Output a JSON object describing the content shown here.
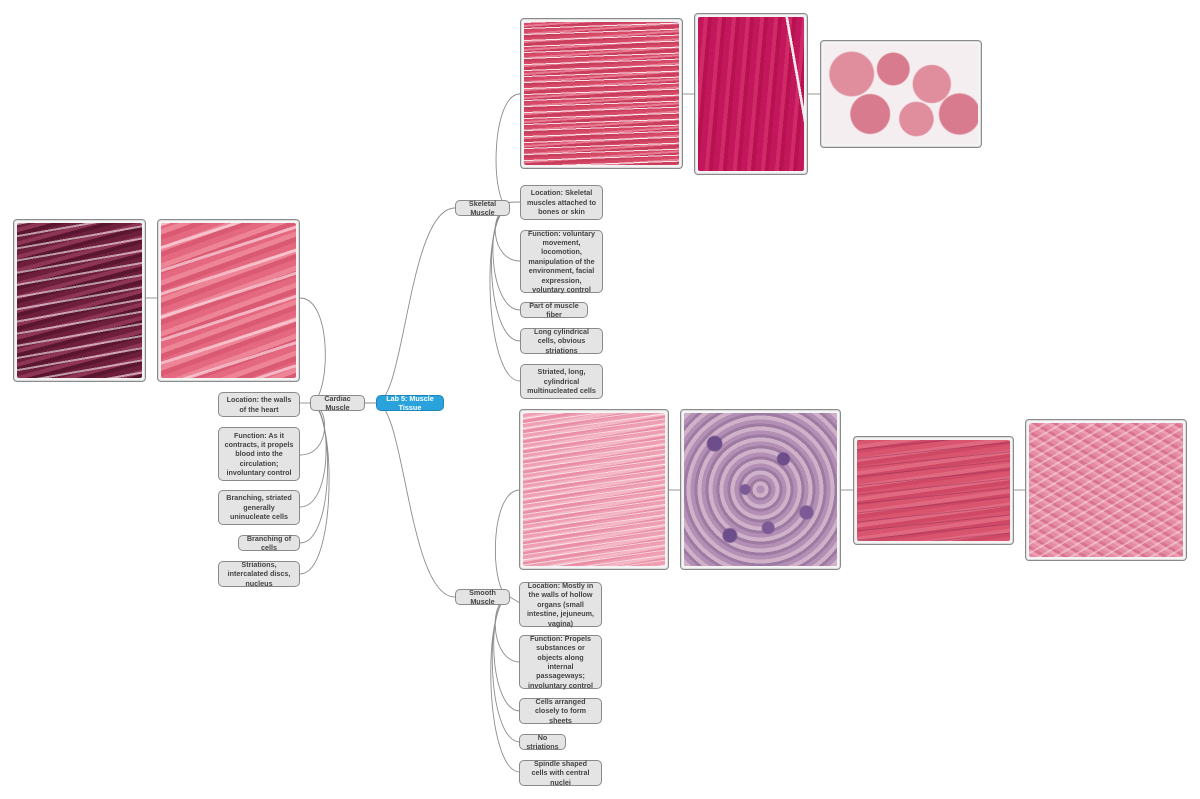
{
  "central": {
    "label": "Lab 5: Muscle Tissue",
    "color": "#2aa3dd"
  },
  "skeletal": {
    "label": "Skeletal Muscle",
    "details": [
      "Location: Skeletal muscles attached to bones or skin",
      "Function: voluntary movement, locomotion, manipulation of the environment, facial expression, voluntary control",
      "Part of muscle fiber",
      "Long cylindrical cells, obvious striations",
      "Striated, long, cylindrical multinucleated cells"
    ]
  },
  "cardiac": {
    "label": "Cardiac Muscle",
    "details": [
      "Location: the walls of the heart",
      "Function: As it contracts, it propels blood into the circulation; involuntary control",
      "Branching, striated generally uninucleate cells",
      "Branching of cells",
      "Striations, intercalated discs, nucleus"
    ]
  },
  "smooth": {
    "label": "Smooth Muscle",
    "details": [
      "Location: Mostly in the walls of hollow organs (small intestine, jejuneum, vagina)",
      "Function: Propels substances or objects along internal passageways; involuntary control",
      "Cells arranged closely to form sheets",
      "No striations",
      "Spindle shaped cells with central nuclei"
    ]
  },
  "images": {
    "skeletal": [
      "skeletal-muscle-longitudinal-micrograph",
      "skeletal-muscle-fiber-micrograph",
      "skeletal-muscle-cross-section-micrograph"
    ],
    "cardiac": [
      "cardiac-muscle-dark-stain-micrograph",
      "cardiac-muscle-pink-stain-micrograph"
    ],
    "smooth": [
      "smooth-muscle-sheet-micrograph",
      "smooth-muscle-intestinal-micrograph",
      "smooth-muscle-spindle-micrograph",
      "smooth-muscle-wavy-micrograph"
    ]
  }
}
